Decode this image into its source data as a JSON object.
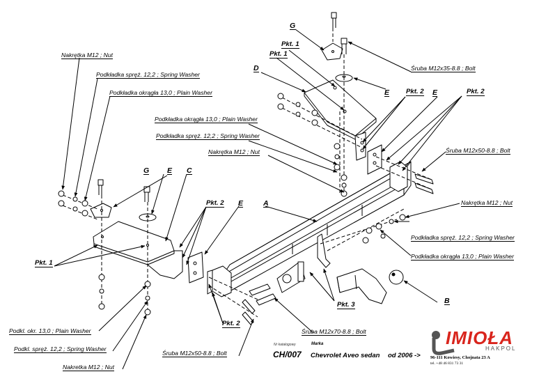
{
  "diagram": {
    "type": "exploded-assembly",
    "subject": "tow bar"
  },
  "labels": {
    "nut_top_left": "Nakrętka  M12 ; Nut",
    "spring_top_left": "Podkładka spręż. 12,2 ; Spring Washer",
    "plain_top_left": "Podkładka okrągła 13,0 ;  Plain Washer",
    "plain_mid": "Podkładka okrągła 13,0 ;  Plain Washer",
    "spring_mid": "Podkładka spręż. 12,2 ; Spring Washer",
    "nut_mid": "Nakrętka  M12 ; Nut",
    "bolt_35": "Śruba M12x35-8.8 ;  Bolt",
    "bolt_50_right": "Śruba M12x50-8.8 ;  Bolt",
    "nut_right": "Nakrętka  M12 ; Nut",
    "spring_right": "Podkładka spręż. 12,2 ; Spring Washer",
    "plain_right": "Podkładka okrągła 13,0 ;  Plain Washer",
    "plain_bottom_left": "Podkl. okr. 13,0 ;  Plain Washer",
    "spring_bottom_left": "Podkl. spręż. 12,2 ; Spring Washer",
    "nut_bottom_left": "Nakretka  M12 ; Nut",
    "bolt_50_bottom": "Śruba M12x50-8.8 ;  Bolt",
    "bolt_70": "Śruba M12x70-8.8 ;  Bolt",
    "G_top": "G",
    "pkt1_a": "Pkt. 1",
    "pkt1_b": "Pkt. 1",
    "D": "D",
    "E_top": "E",
    "pkt2_top_a": "Pkt. 2",
    "E_top2": "E",
    "pkt2_top_b": "Pkt. 2",
    "G_left": "G",
    "E_left": "E",
    "C": "C",
    "pkt2_left": "Pkt. 2",
    "E_left2": "E",
    "A": "A",
    "pkt1_left": "Pkt. 1",
    "pkt3": "Pkt. 3",
    "pkt2_bottom": "Pkt. 2",
    "B": "B"
  },
  "title_block": {
    "catalog_caption": "Nr katalogowy",
    "brand_caption": "Marka",
    "catalog_number": "CH/007",
    "vehicle": "Chevrolet Aveo sedan",
    "years": "od 2006 ->"
  },
  "company": {
    "logo": "IMIOŁA",
    "logo_sub": "HAKPOL",
    "address": "96-111 Kowiesy, Chojnata 23 A",
    "phone": "tel. +48 46 831 73 31",
    "brand_color": "#d9251d",
    "ball_color": "#555555"
  }
}
